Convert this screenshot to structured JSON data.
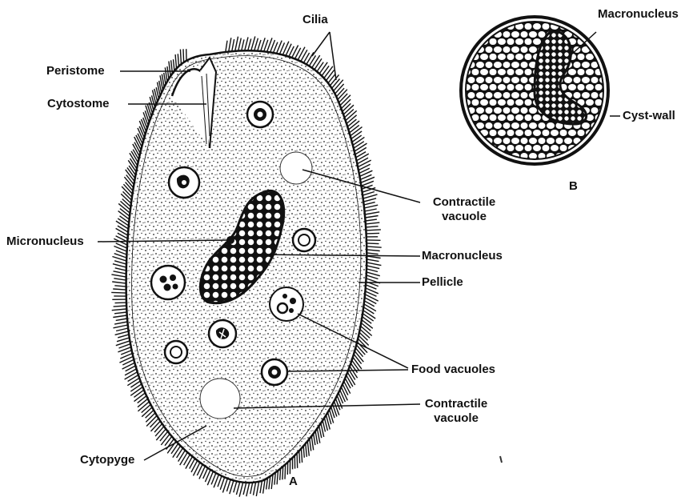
{
  "figure_a": {
    "letter": "A",
    "labels": {
      "cilia": "Cilia",
      "peristome": "Peristome",
      "cytostome": "Cytostome",
      "micronucleus": "Micronucleus",
      "contractile_vacuole_top_1": "Contractile",
      "contractile_vacuole_top_2": "vacuole",
      "macronucleus": "Macronucleus",
      "pellicle": "Pellicle",
      "food_vacuoles": "Food vacuoles",
      "contractile_vacuole_bottom_1": "Contractile",
      "contractile_vacuole_bottom_2": "vacuole",
      "cytopyge": "Cytopyge"
    }
  },
  "figure_b": {
    "letter": "B",
    "labels": {
      "macronucleus": "Macronucleus",
      "cyst_wall": "Cyst-wall"
    }
  },
  "colors": {
    "ink": "#111111",
    "background": "#ffffff"
  }
}
